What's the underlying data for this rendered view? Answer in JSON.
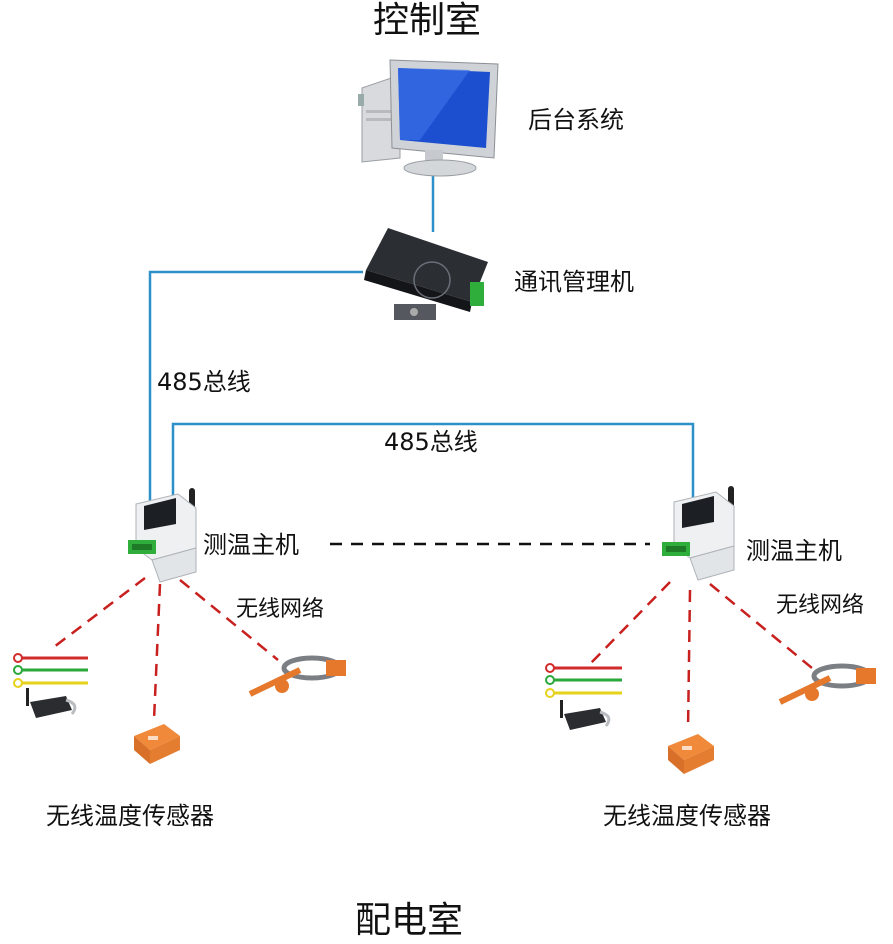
{
  "titles": {
    "top": "控制室",
    "bottom": "配电室"
  },
  "labels": {
    "backend": "后台系统",
    "comm": "通讯管理机",
    "bus_vertical": "485总线",
    "bus_horizontal": "485总线",
    "host_left": "测温主机",
    "host_right": "测温主机",
    "wireless_left": "无线网络",
    "wireless_right": "无线网络",
    "sensors_left": "无线温度传感器",
    "sensors_right": "无线温度传感器"
  },
  "colors": {
    "bus": "#2e90c8",
    "wireless": "#c8201e",
    "link": "#111111"
  },
  "icons": [
    "computer-icon",
    "communication-manager-icon",
    "temperature-host-icon",
    "cable-sensor-icon",
    "clamp-sensor-icon",
    "box-sensor-icon"
  ]
}
